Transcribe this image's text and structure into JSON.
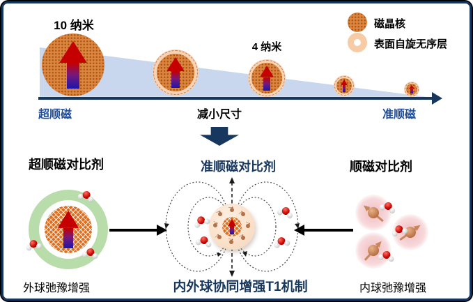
{
  "top": {
    "label_large": "10 纳米",
    "label_small": "4 纳米",
    "axis_left": "超顺磁",
    "axis_center": "减小尺寸",
    "axis_right": "准顺磁",
    "legend": {
      "core_label": "磁晶核",
      "shell_label": "表面自旋无序层"
    }
  },
  "bottom": {
    "left": {
      "title": "超顺磁对比剂",
      "caption": "外球弛豫增强"
    },
    "middle": {
      "title": "准顺磁对比剂",
      "caption": "内外球协同增强T1机制"
    },
    "right": {
      "title": "顺磁对比剂",
      "caption": "内球弛豫增强"
    }
  },
  "colors": {
    "navy": "#17375E",
    "axis_label_blue": "#1F4E9C",
    "wedge_blue": "#C8D7ED",
    "core_orange": "#DB863F",
    "hatch_orange": "#DF6E1E",
    "shell_peach": "#F7D2B3",
    "outer_sphere_green": "#B9DCAB",
    "arrow_red": "#C40000",
    "arrow_blue": "#1A16AE"
  }
}
